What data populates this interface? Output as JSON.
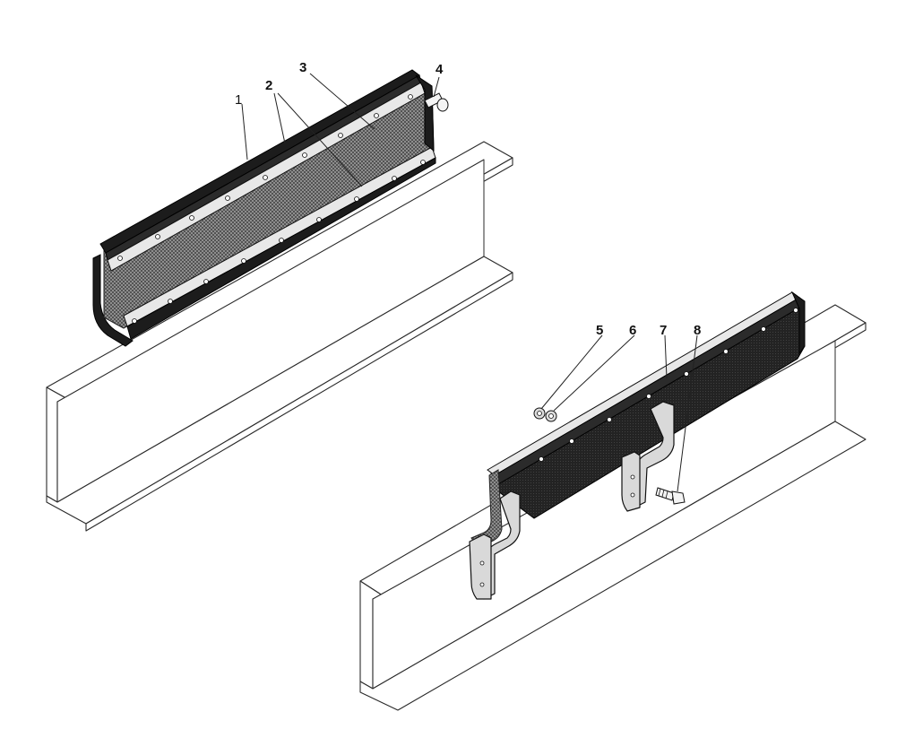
{
  "callouts": {
    "c1": "1",
    "c2": "2",
    "c3": "3",
    "c4": "4",
    "c5": "5",
    "c6": "6",
    "c7": "7",
    "c8": "8"
  },
  "colors": {
    "line": "#2a2a2a",
    "rubber": "#1c1c1c",
    "steel_light": "#d9d9d9",
    "background": "#ffffff"
  }
}
